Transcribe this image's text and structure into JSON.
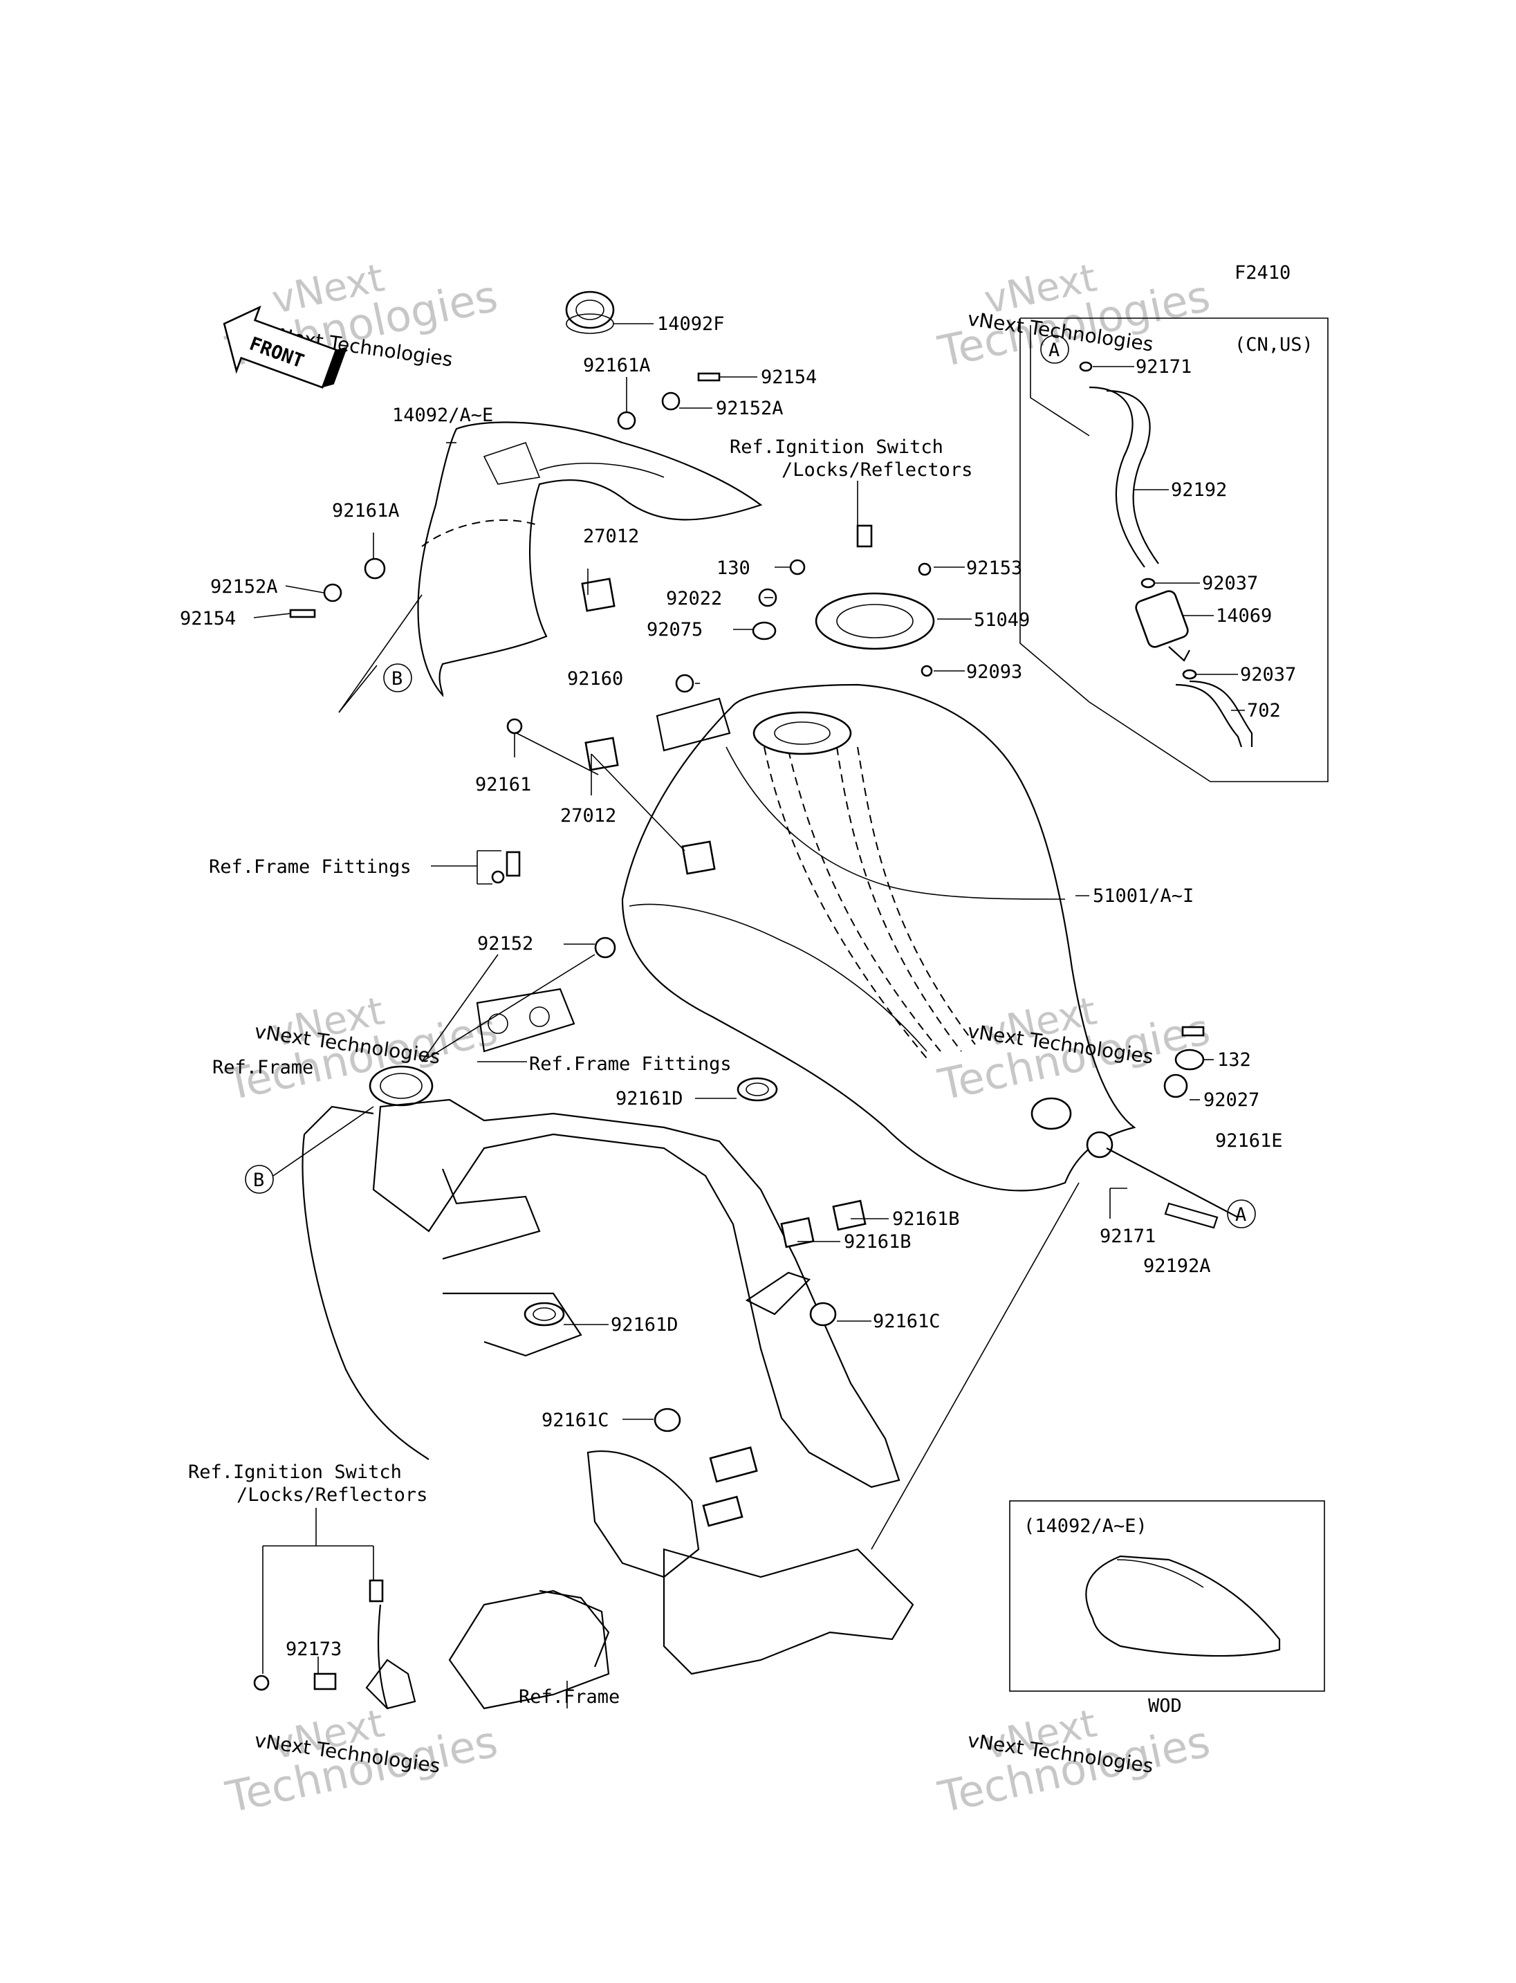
{
  "figure_code": "F2410",
  "front_arrow_label": "FRONT",
  "region_note": "(CN,US)",
  "inset_label": "(14092/A~E)",
  "inset_caption": "WOD",
  "watermark": {
    "line1": "vNext",
    "line2": "Technologies",
    "small": "vNext Technologies"
  },
  "callout_letters": [
    "A",
    "B"
  ],
  "references": {
    "ignition_1a": "Ref.Ignition Switch",
    "ignition_1b": "/Locks/Reflectors",
    "ignition_2a": "Ref.Ignition Switch",
    "ignition_2b": "/Locks/Reflectors",
    "frame_fittings_1": "Ref.Frame Fittings",
    "frame_fittings_2": "Ref.Frame Fittings",
    "frame_1": "Ref.Frame",
    "frame_2": "Ref.Frame"
  },
  "parts": [
    "14092F",
    "92161A",
    "92154",
    "92152A",
    "14092/A~E",
    "92161A",
    "92152A",
    "92154",
    "27012",
    "130",
    "92022",
    "92075",
    "92153",
    "51049",
    "92093",
    "92160",
    "92161",
    "27012",
    "92152",
    "51001/A~I",
    "132",
    "92027",
    "92161E",
    "92161D",
    "92161B",
    "92161B",
    "92171",
    "92192A",
    "92161D",
    "92161C",
    "92161C",
    "92173",
    "92171",
    "92192",
    "92037",
    "14069",
    "92037",
    "702"
  ]
}
